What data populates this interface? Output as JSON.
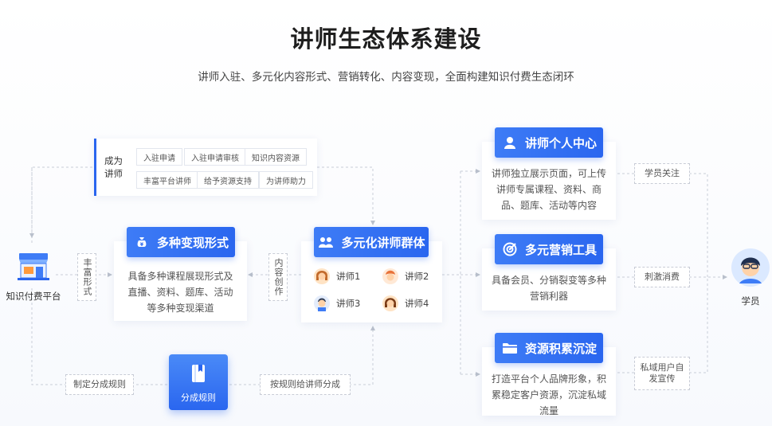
{
  "header": {
    "title": "讲师生态体系建设",
    "subtitle": "讲师入驻、多元化内容形式、营销转化、内容变现，全面构建知识付费生态闭环"
  },
  "platform": {
    "label": "知识付费平台"
  },
  "student": {
    "label": "学员"
  },
  "become": {
    "label": "成为讲师",
    "chips": [
      "入驻申请",
      "入驻申请审核",
      "知识内容资源",
      "丰富平台讲师",
      "给予资源支持",
      "为讲师助力"
    ]
  },
  "monetize": {
    "title": "多种变现形式",
    "desc": "具备多种课程展现形式及直播、资料、题库、活动等多种变现渠道"
  },
  "lecturers": {
    "title": "多元化讲师群体",
    "items": [
      "讲师1",
      "讲师2",
      "讲师3",
      "讲师4"
    ]
  },
  "connectors": {
    "rich_forms": "丰富形式",
    "content_creation": "内容创作",
    "make_rules": "制定分成规则",
    "share_by_rules": "按规则给讲师分成"
  },
  "rules": {
    "label": "分成规则"
  },
  "center": {
    "title": "讲师个人中心",
    "desc": "讲师独立展示页面，可上传讲师专属课程、资料、商品、题库、活动等内容"
  },
  "marketing": {
    "title": "多元营销工具",
    "desc": "具备会员、分销裂变等多种营销利器"
  },
  "resources": {
    "title": "资源积累沉淀",
    "desc": "打造平台个人品牌形象，积累稳定客户资源，沉淀私域流量"
  },
  "student_actions": {
    "follow": "学员关注",
    "consume": "刺激消费",
    "private": "私域用户自发宣传"
  },
  "colors": {
    "primary": "#2a66ef",
    "accent_light": "#4a8af7"
  }
}
